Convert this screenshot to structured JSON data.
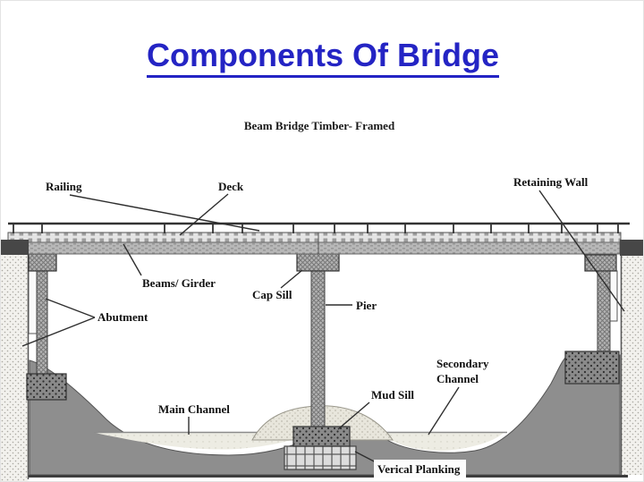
{
  "slide": {
    "title": "Components Of Bridge",
    "subtitle": "Beam Bridge Timber- Framed",
    "title_color": "#2424c4"
  },
  "diagram": {
    "type": "labeled-technical-diagram",
    "subject": "beam bridge cross-section",
    "labels": {
      "railing": "Railing",
      "deck": "Deck",
      "retaining_wall": "Retaining Wall",
      "beams_girder": "Beams/ Girder",
      "cap_sill": "Cap Sill",
      "pier": "Pier",
      "abutment": "Abutment",
      "secondary_channel_1": "Secondary",
      "secondary_channel_2": "Channel",
      "main_channel": "Main Channel",
      "mud_sill": "Mud Sill",
      "vertical_planking": "Verical Planking"
    },
    "colors": {
      "ground": "#8e8e8e",
      "water": "#edece3",
      "girder": "#b7b7b7",
      "masonry": "#b3b3b3",
      "dark_end_block": "#474747",
      "label_text": "#111111"
    }
  }
}
